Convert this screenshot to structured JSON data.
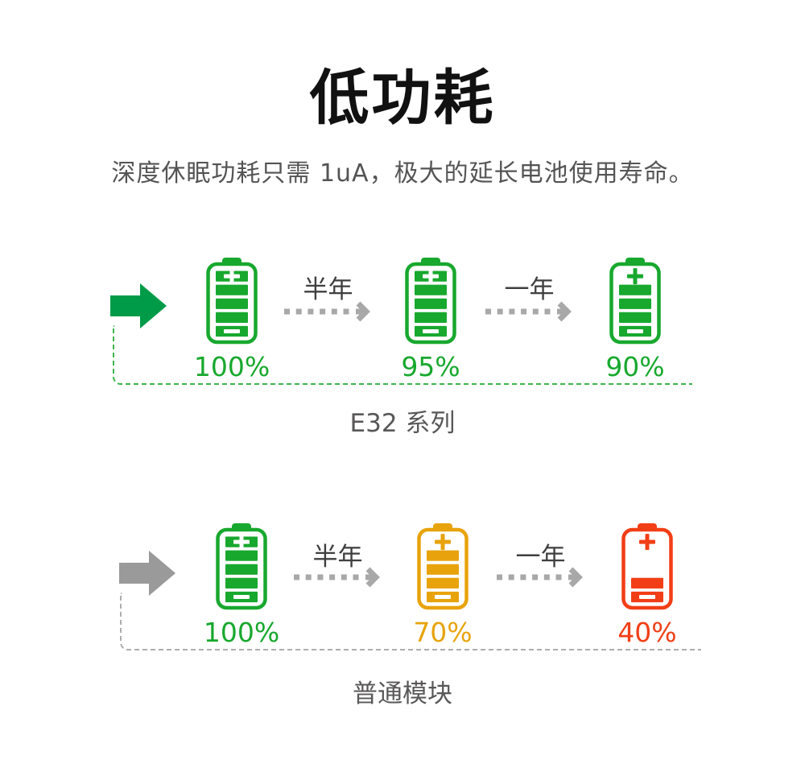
{
  "header": {
    "title": "低功耗",
    "subtitle": "深度休眠功耗只需 1uA，极大的延长电池使用寿命。"
  },
  "colors": {
    "title": "#111111",
    "subtitle": "#545454",
    "interval": "#3f3f3f",
    "caption": "#595757",
    "dashed_arrow": "#a8a8a8",
    "green": "#18a82e",
    "orange": "#e8a30c",
    "red": "#f23e16"
  },
  "rows": [
    {
      "caption": "E32 系列",
      "arrow_color": "#009b48",
      "dash_color": "#3eb54d",
      "intervals": [
        {
          "label": "半年"
        },
        {
          "label": "一年"
        }
      ],
      "batteries": [
        {
          "percent": "100%",
          "color": "#18a82e",
          "bars": 5,
          "plus_inside": true
        },
        {
          "percent": "95%",
          "color": "#18a82e",
          "bars": 5,
          "plus_inside": true
        },
        {
          "percent": "90%",
          "color": "#18a82e",
          "bars": 4,
          "plus_inside": false
        }
      ]
    },
    {
      "caption": "普通模块",
      "arrow_color": "#9a9a9a",
      "dash_color": "#adadad",
      "intervals": [
        {
          "label": "半年"
        },
        {
          "label": "一年"
        }
      ],
      "batteries": [
        {
          "percent": "100%",
          "color": "#18a82e",
          "bars": 5,
          "plus_inside": true
        },
        {
          "percent": "70%",
          "color": "#e8a30c",
          "bars": 4,
          "plus_inside": false
        },
        {
          "percent": "40%",
          "color": "#f23e16",
          "bars": 2,
          "plus_inside": false
        }
      ]
    }
  ]
}
